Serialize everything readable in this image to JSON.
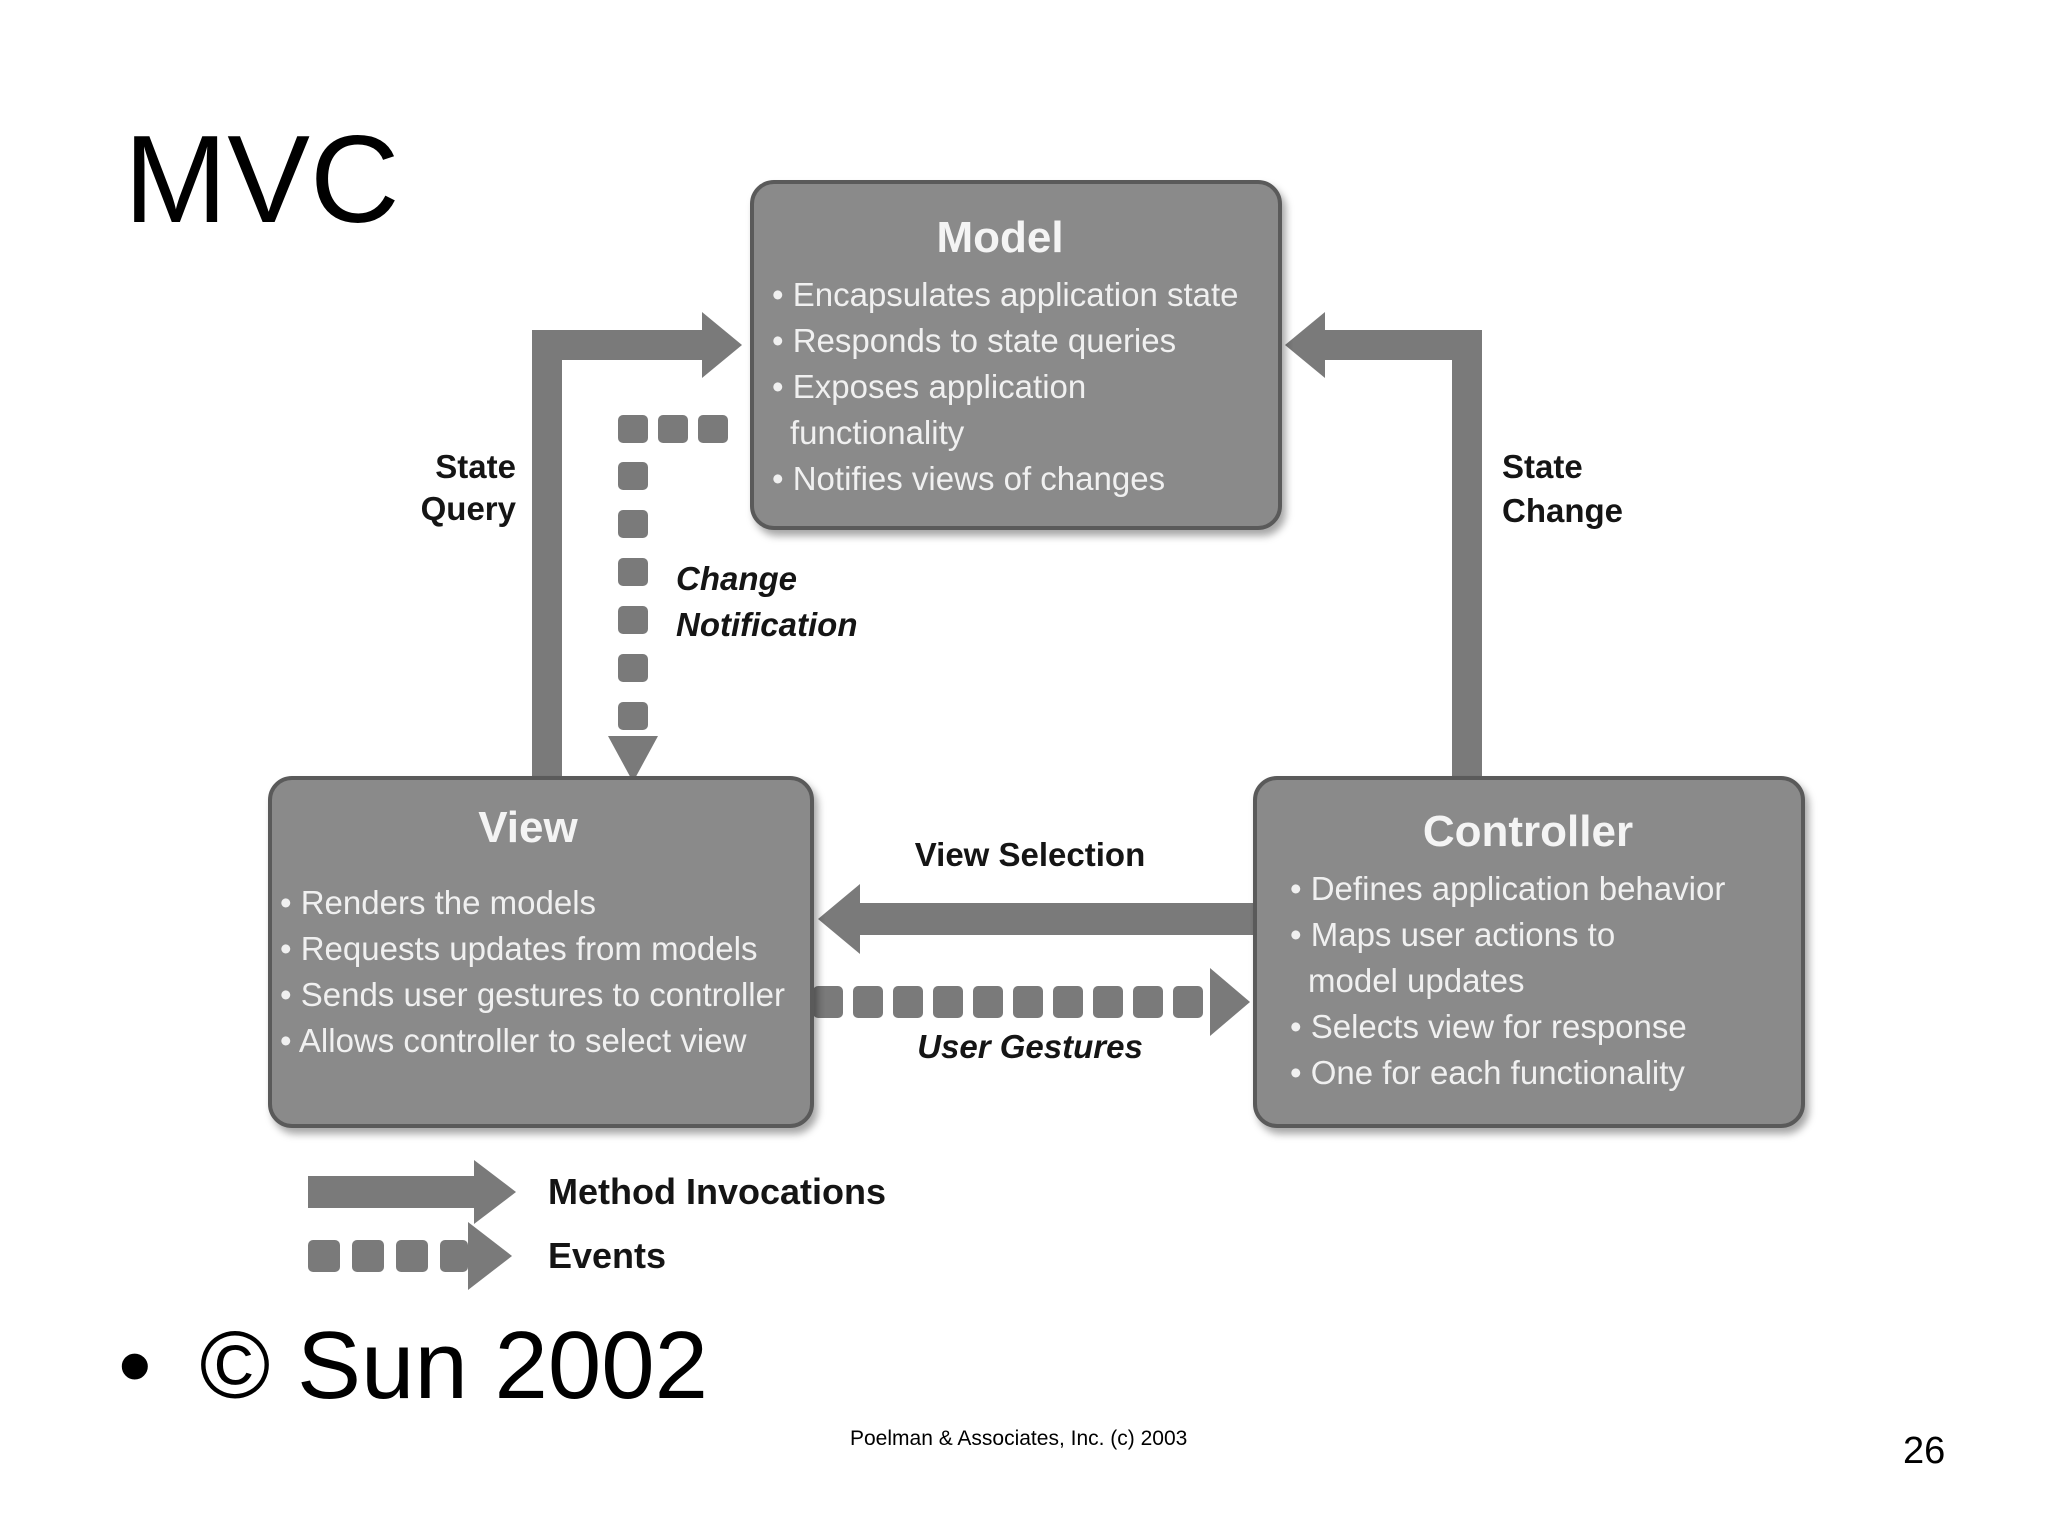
{
  "slide": {
    "title": "MVC",
    "bullet": "© Sun 2002",
    "footer": "Poelman & Associates, Inc. (c) 2003",
    "page_number": "26"
  },
  "diagram": {
    "model": {
      "title": "Model",
      "bullets": [
        "• Encapsulates application state",
        "• Responds to state queries",
        "• Exposes application",
        "functionality",
        "• Notifies views of changes"
      ]
    },
    "view": {
      "title": "View",
      "bullets": [
        "• Renders the models",
        "• Requests updates from models",
        "• Sends user gestures to controller",
        "• Allows controller to select view"
      ]
    },
    "controller": {
      "title": "Controller",
      "bullets": [
        "• Defines application behavior",
        "• Maps user actions to",
        "model updates",
        "• Selects view for response",
        "• One for each functionality"
      ]
    },
    "labels": {
      "state_query": [
        "State",
        "Query"
      ],
      "state_change": [
        "State",
        "Change"
      ],
      "change_notification": [
        "Change",
        "Notification"
      ],
      "view_selection": "View Selection",
      "user_gestures": "User Gestures"
    },
    "legend": {
      "method_invocations": "Method Invocations",
      "events": "Events"
    },
    "colors": {
      "box_fill": "#8a8a8a",
      "box_border": "#5a5a5a",
      "arrow_fill": "#7a7a7a",
      "text_on_box": "#f0f0f0",
      "label_text": "#151515"
    }
  }
}
